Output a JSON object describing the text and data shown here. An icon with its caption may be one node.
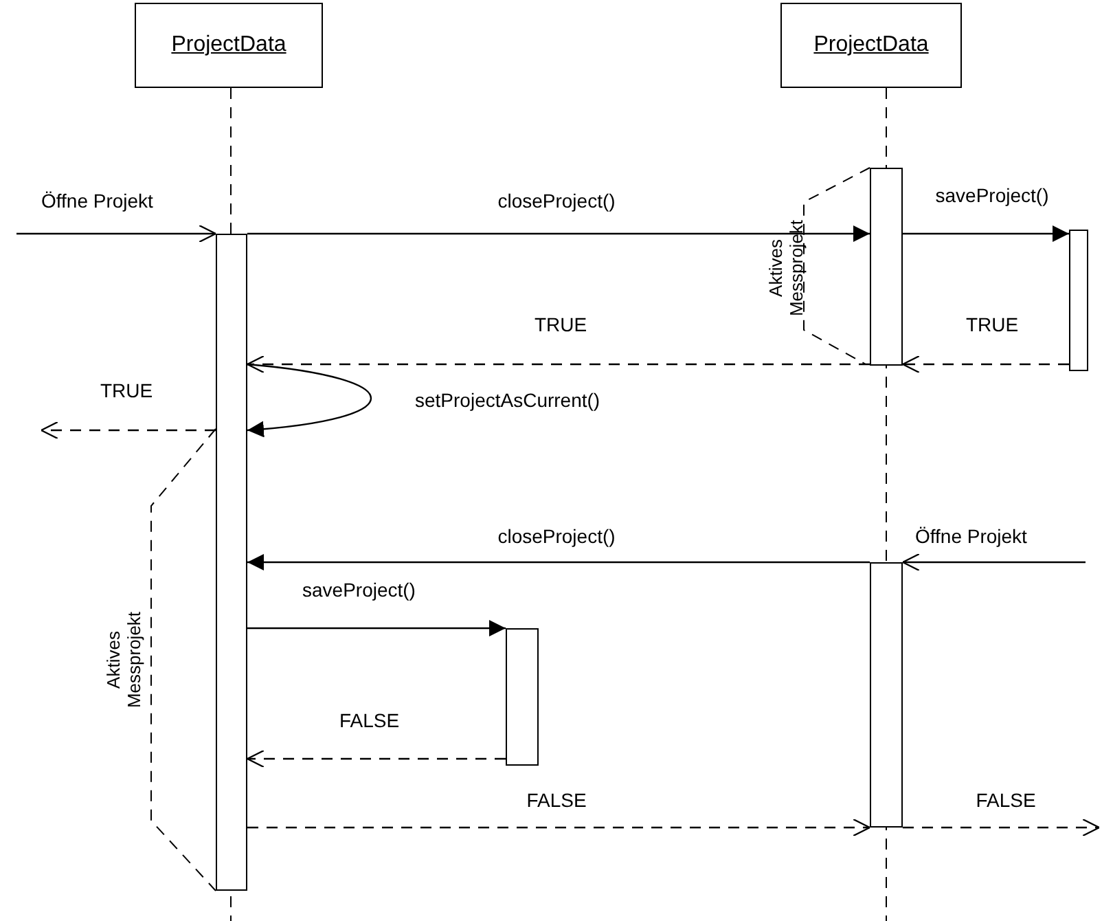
{
  "diagram": {
    "nodes": [
      {
        "text": [
          "ProjectData"
        ]
      },
      {
        "text": [
          "ProjectData"
        ]
      },
      {
        "text": [],
        "shape": "box"
      },
      {
        "text": [],
        "shape": "box"
      },
      {
        "text": [],
        "shape": "box"
      },
      {
        "text": [],
        "shape": "box"
      },
      {
        "text": [],
        "shape": "box"
      }
    ],
    "edges": [
      {
        "from": null,
        "to": 2,
        "arrow": "to",
        "label": "Öffne Projekt"
      },
      {
        "from": 2,
        "to": 3,
        "arrow": "to",
        "label": "closeProject()"
      },
      {
        "from": 3,
        "to": 4,
        "arrow": "to",
        "label": "saveProject()"
      },
      {
        "from": 4,
        "to": 3,
        "arrow": "to",
        "label": "TRUE",
        "style": "dashed"
      },
      {
        "from": 3,
        "to": 2,
        "arrow": "to",
        "label": "TRUE",
        "style": "dashed"
      },
      {
        "from": 2,
        "to": 2,
        "arrow": "to",
        "label": "setProjectAsCurrent()"
      },
      {
        "from": 2,
        "to": null,
        "arrow": "to",
        "label": "TRUE",
        "style": "dashed"
      },
      {
        "from": null,
        "to": 6,
        "arrow": "to",
        "label": "Öffne Projekt"
      },
      {
        "from": 6,
        "to": 2,
        "arrow": "to",
        "label": "closeProject()"
      },
      {
        "from": 2,
        "to": 5,
        "arrow": "to",
        "label": "saveProject()"
      },
      {
        "from": 5,
        "to": 2,
        "arrow": "to",
        "label": "FALSE",
        "style": "dashed"
      },
      {
        "from": 2,
        "to": 6,
        "arrow": "to",
        "label": "FALSE",
        "style": "dashed"
      },
      {
        "from": 6,
        "to": null,
        "arrow": "to",
        "label": "FALSE",
        "style": "dashed"
      }
    ],
    "labels": [
      "Aktives Messprojekt",
      "Aktives Messprojekt"
    ]
  }
}
